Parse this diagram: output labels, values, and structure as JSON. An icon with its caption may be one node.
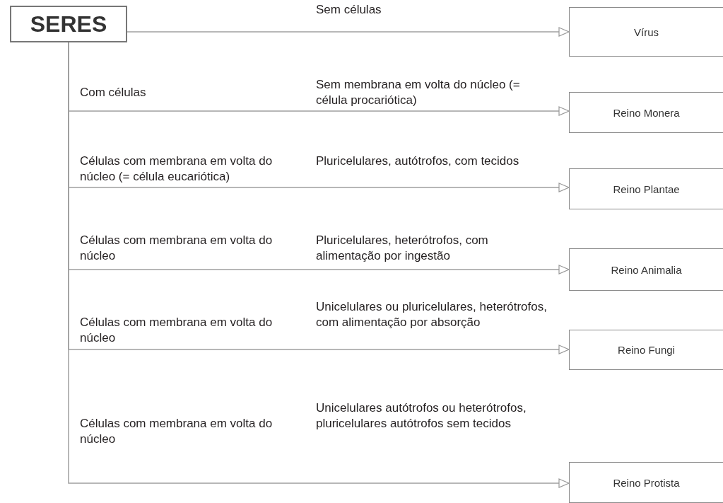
{
  "diagram": {
    "nodes": [
      {
        "text": [
          "SERES"
        ]
      },
      {
        "text": [
          "Vírus"
        ]
      },
      {
        "text": [
          "Reino Monera"
        ]
      },
      {
        "text": [
          "Reino Plantae"
        ]
      },
      {
        "text": [
          "Reino Animalia"
        ]
      },
      {
        "text": [
          "Reino Fungi"
        ]
      },
      {
        "text": [
          "Reino Protista"
        ]
      }
    ],
    "edges": [
      {
        "from": 0,
        "to": 1,
        "arrow": "to",
        "label": "Sem células"
      },
      {
        "from": 0,
        "to": 2,
        "arrow": "to",
        "label": "Sem membrana em volta do núcleo (= célula procariótica)"
      },
      {
        "from": 0,
        "to": 3,
        "arrow": "to",
        "label": "Pluricelulares, autótrofos, com tecidos"
      },
      {
        "from": 0,
        "to": 4,
        "arrow": "to",
        "label": "Pluricelulares, heterótrofos, com alimentação por ingestão"
      },
      {
        "from": 0,
        "to": 5,
        "arrow": "to",
        "label": "Unicelulares ou pluricelulares, heterótrofos, com alimentação por absorção"
      },
      {
        "from": 0,
        "to": 6,
        "arrow": "to",
        "label": "Unicelulares autótrofos ou heterótrofos, pluricelulares autótrofos sem tecidos"
      }
    ],
    "labels": [
      "Com células",
      "Células com membrana em volta do núcleo (= célula eucariótica)",
      "Células com membrana em volta do núcleo",
      "Células com membrana em volta do núcleo",
      "Células com membrana em volta do núcleo"
    ]
  }
}
